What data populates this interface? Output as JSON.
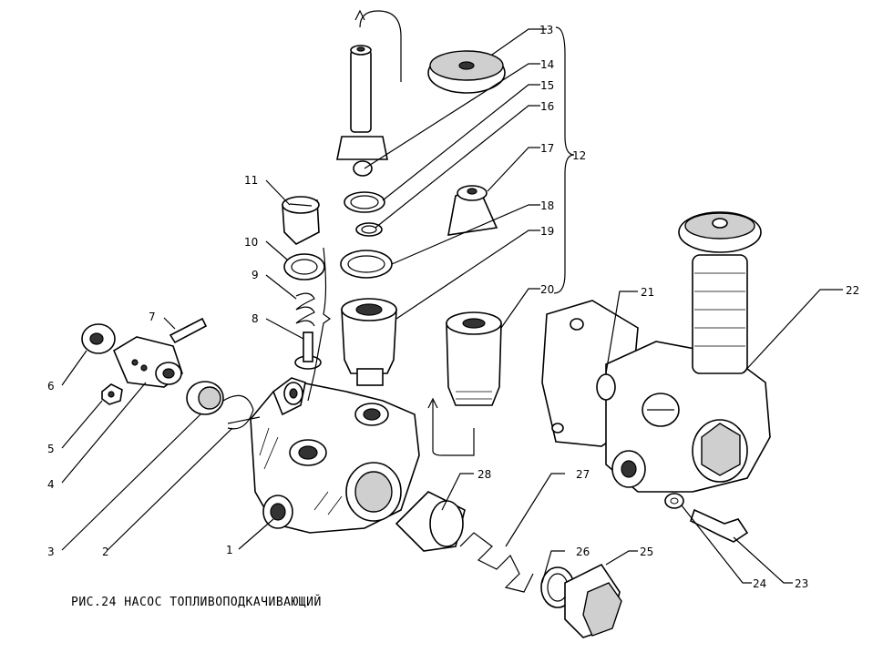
{
  "caption": "РИС.24 НАСОС ТОПЛИВОПОДКАЧИВАЮЩИЙ",
  "labels": {
    "n1": "1",
    "n2": "2",
    "n3": "3",
    "n4": "4",
    "n5": "5",
    "n6": "6",
    "n7": "7",
    "n8": "8",
    "n9": "9",
    "n10": "10",
    "n11": "11",
    "n12": "12",
    "n13": "13",
    "n14": "14",
    "n15": "15",
    "n16": "16",
    "n17": "17",
    "n18": "18",
    "n19": "19",
    "n20": "20",
    "n21": "21",
    "n22": "22",
    "n23": "23",
    "n24": "24",
    "n25": "25",
    "n26": "26",
    "n27": "27",
    "n28": "28"
  }
}
